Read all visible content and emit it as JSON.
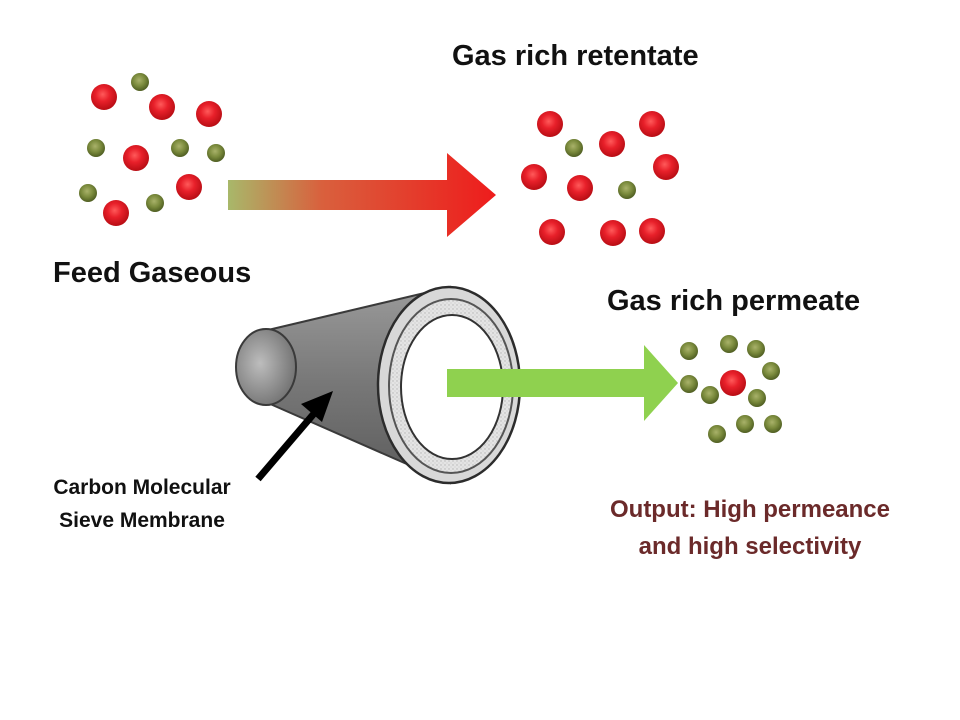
{
  "labels": {
    "feed": "Feed Gaseous",
    "retentate": "Gas rich retentate",
    "permeate": "Gas rich permeate",
    "membrane": [
      "Carbon Molecular",
      "Sieve Membrane"
    ],
    "output": [
      "Output: High permeance",
      "and high selectivity"
    ]
  },
  "colors": {
    "red_molecule": "#e8202a",
    "green_molecule": "#7a8a3c",
    "output_text": "#6b2a2a",
    "arrow_red": "#ee1c1c",
    "arrow_green": "#8fd14f",
    "membrane_body": "#8a8a8a",
    "text": "#111111"
  },
  "icons": {
    "feed_cluster": "molecule-cluster-icon",
    "retentate_cluster": "molecule-cluster-icon",
    "permeate_cluster": "molecule-cluster-icon",
    "membrane": "hollow-fiber-tube-icon"
  }
}
